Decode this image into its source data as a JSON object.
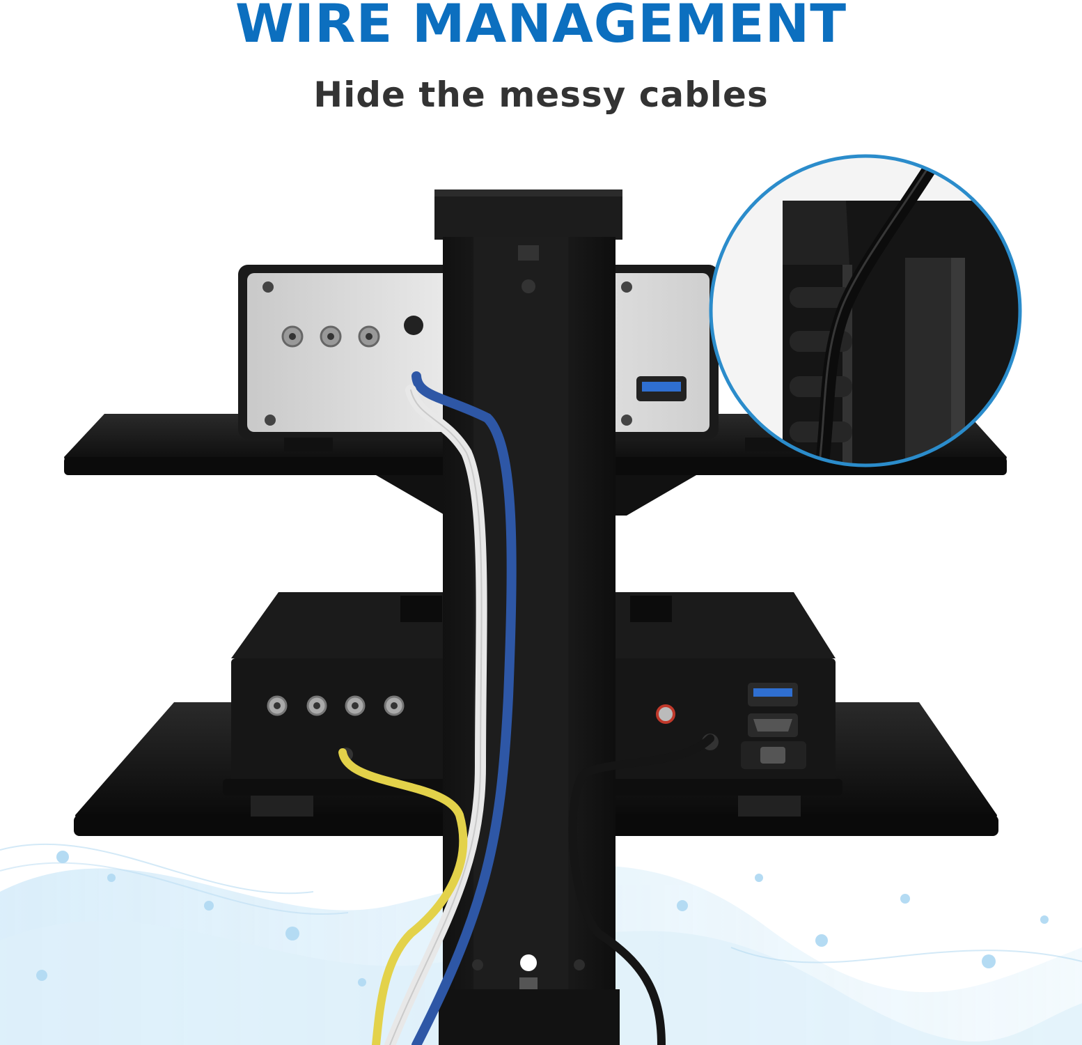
{
  "header": {
    "title": "WIRE MANAGEMENT",
    "subtitle": "Hide the messy cables"
  },
  "colors": {
    "title": "#0c6fbf",
    "subtitle": "#333333",
    "zoom_ring": "#2b8ccb",
    "cable_blue": "#2e57a6",
    "cable_white": "#e6e6e6",
    "cable_yellow": "#e3d24a",
    "cable_black": "#151515",
    "shelf_glass": "#0b0b0b",
    "wave": "#bfe1f6"
  },
  "product": {
    "shelves": 2,
    "cables": [
      "blue",
      "white",
      "yellow",
      "black"
    ],
    "inset": "cable-clip-closeup"
  }
}
